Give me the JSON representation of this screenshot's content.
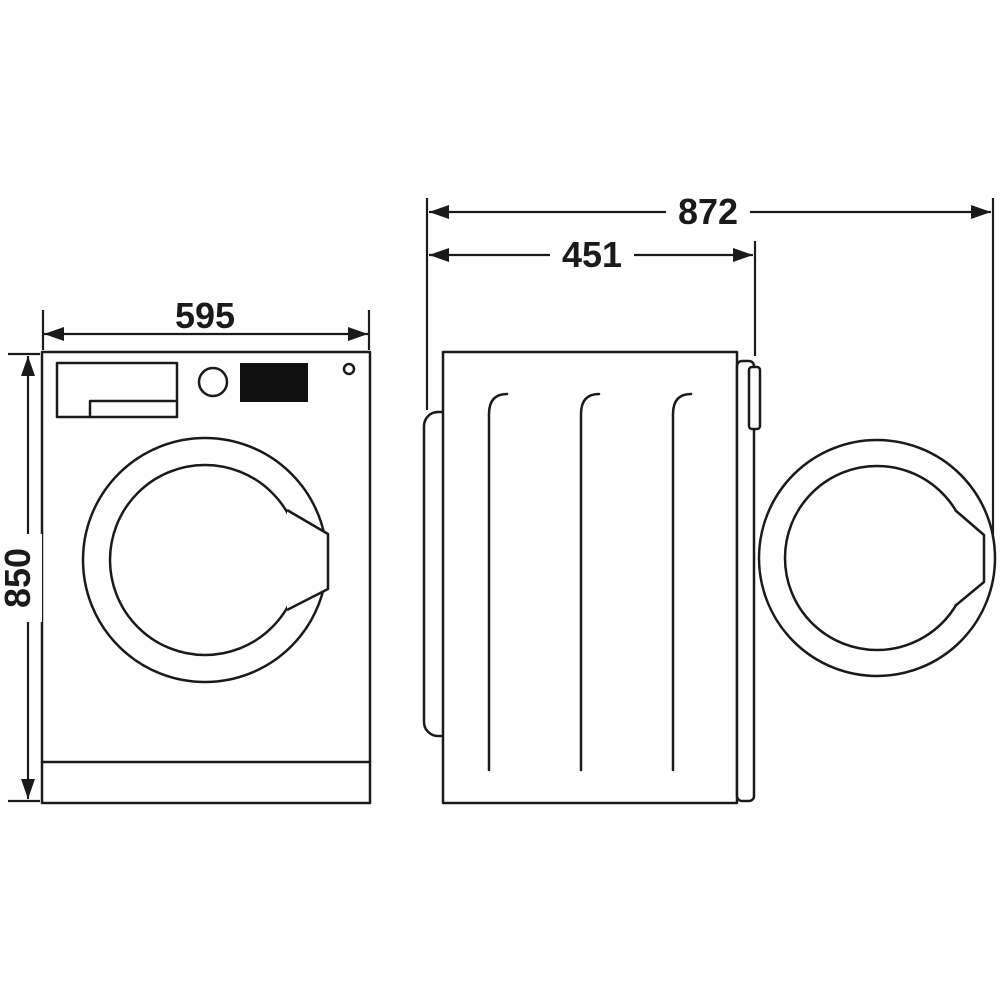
{
  "dimensions": {
    "width": "595",
    "height": "850",
    "depth_total": "872",
    "depth_body": "451"
  },
  "colors": {
    "line": "#1a1a1a",
    "background": "#ffffff",
    "display_fill": "#111111"
  }
}
